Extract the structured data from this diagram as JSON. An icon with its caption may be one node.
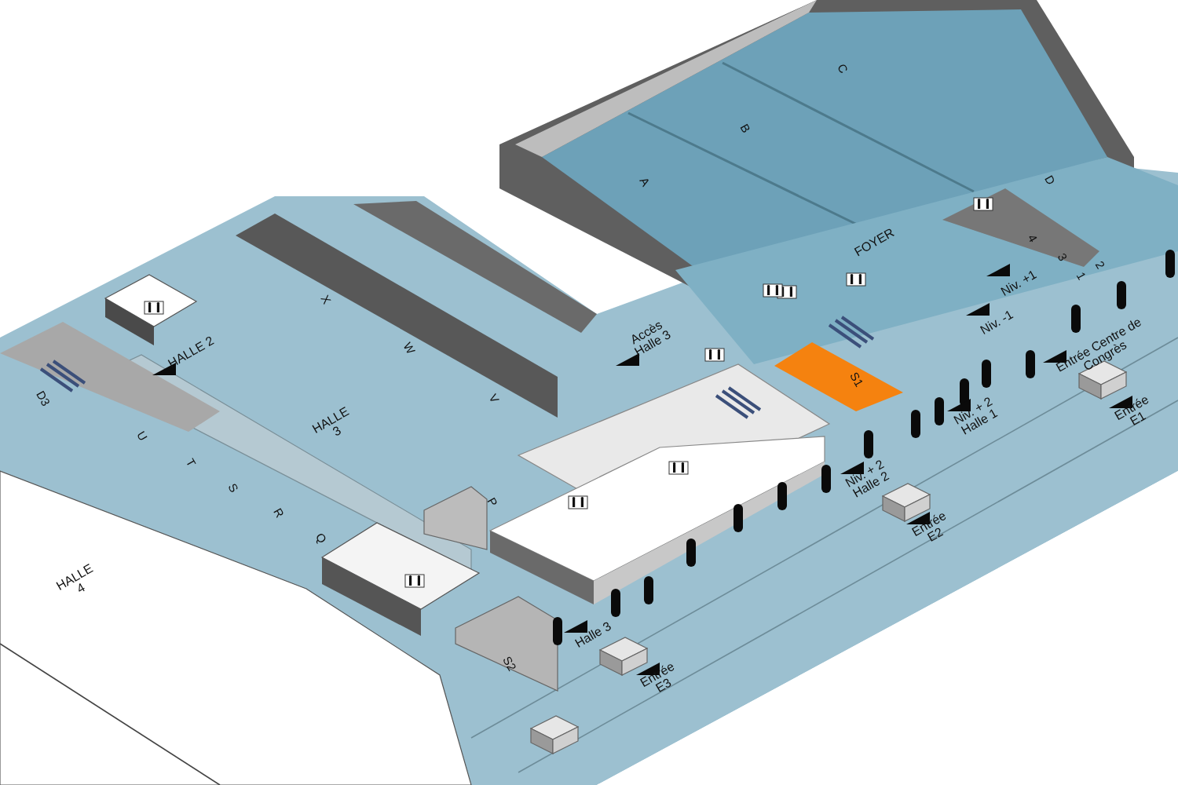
{
  "diagram": {
    "labels": [
      "A",
      "B",
      "C",
      "D",
      "FOYER",
      "4",
      "3",
      "1",
      "2",
      "Niv. +1",
      "Niv. -1",
      "X",
      "W",
      "V",
      "HALLE 3",
      "HALLE 2",
      "Accès Halle 3",
      "S1",
      "Niv. + 2 Halle 1",
      "Entrée Centre de Congrès",
      "Entrée E1",
      "D3",
      "U",
      "T",
      "S",
      "R",
      "Q",
      "P",
      "Niv. + 2 Halle 2",
      "Entrée E2",
      "HALLE 4",
      "Halle 3",
      "S2",
      "Entrée E3"
    ]
  }
}
